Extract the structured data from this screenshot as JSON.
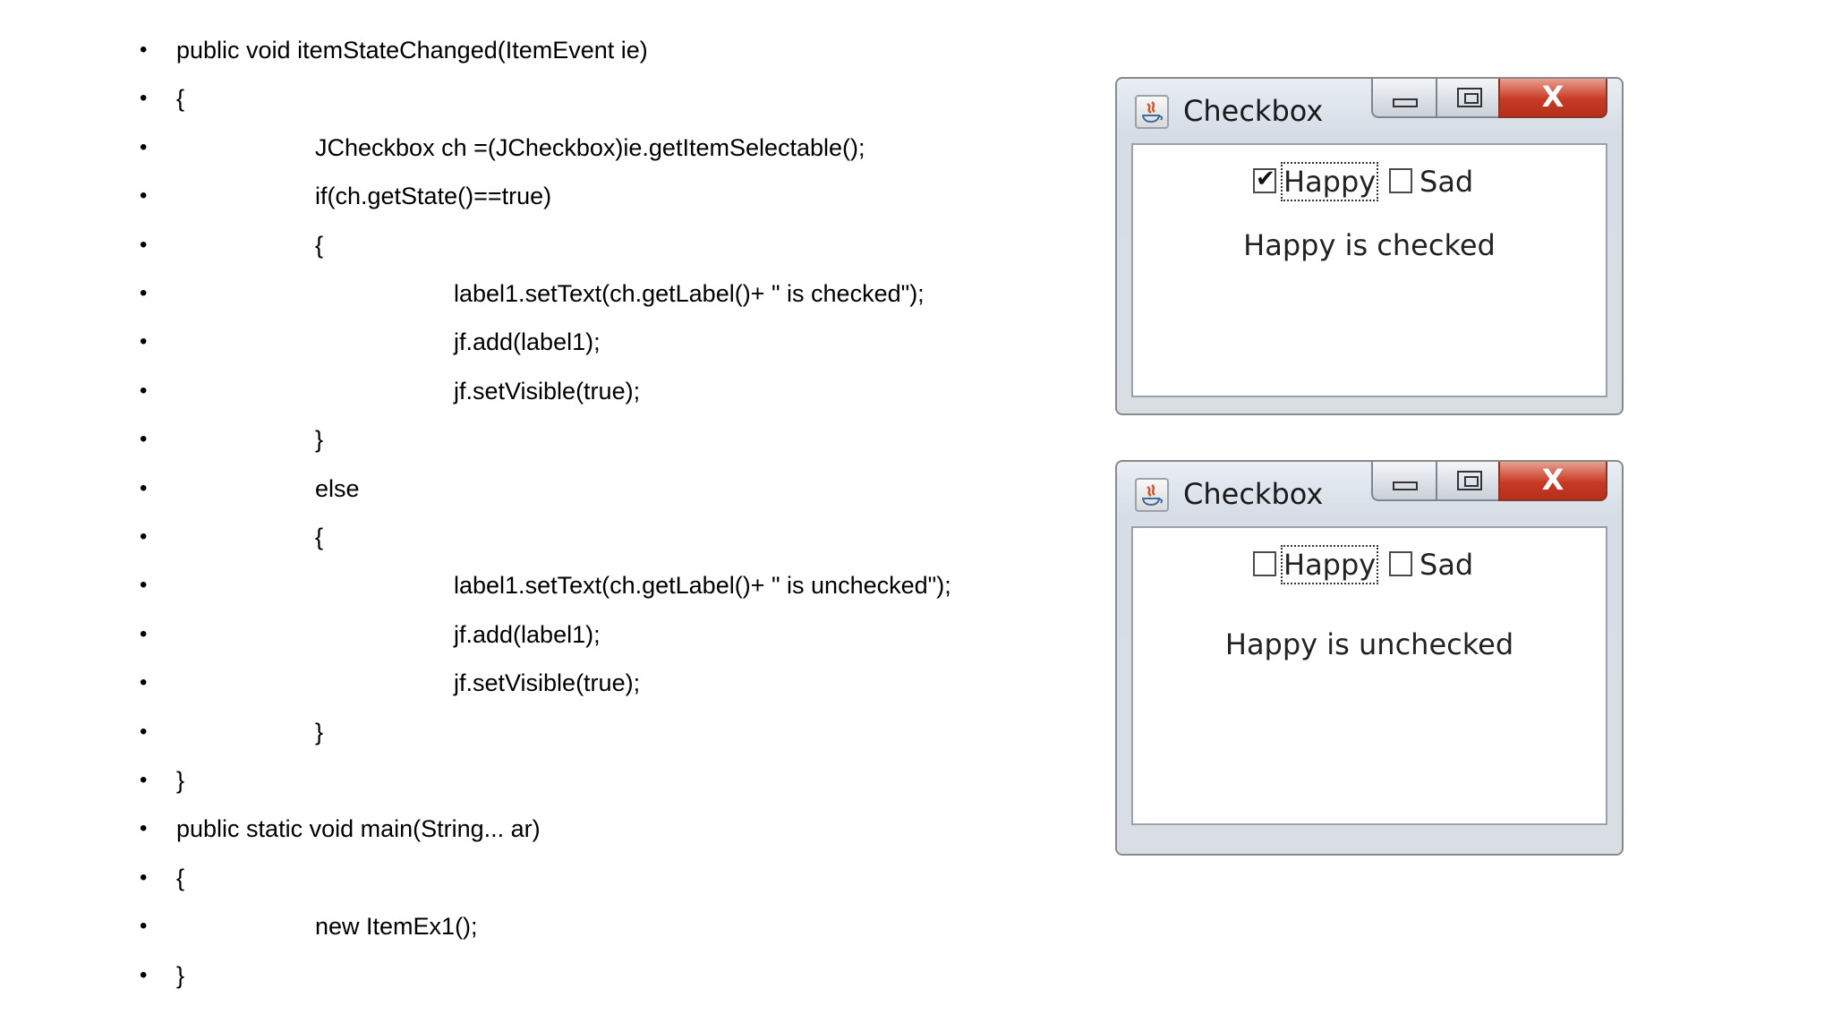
{
  "code": {
    "lines": [
      {
        "text": "public void itemStateChanged(ItemEvent ie)",
        "indent": 0
      },
      {
        "text": "{",
        "indent": 0
      },
      {
        "text": "JCheckbox ch =(JCheckbox)ie.getItemSelectable();",
        "indent": 1
      },
      {
        "text": "if(ch.getState()==true)",
        "indent": 1
      },
      {
        "text": "{",
        "indent": 1
      },
      {
        "text": "label1.setText(ch.getLabel()+ \" is checked\");",
        "indent": 2
      },
      {
        "text": "jf.add(label1);",
        "indent": 2
      },
      {
        "text": "jf.setVisible(true);",
        "indent": 2
      },
      {
        "text": "}",
        "indent": 1
      },
      {
        "text": "else",
        "indent": 1
      },
      {
        "text": "{",
        "indent": 1
      },
      {
        "text": "label1.setText(ch.getLabel()+ \" is unchecked\");",
        "indent": 2
      },
      {
        "text": "jf.add(label1);",
        "indent": 2
      },
      {
        "text": "jf.setVisible(true);",
        "indent": 2
      },
      {
        "text": "}",
        "indent": 1
      },
      {
        "text": "}",
        "indent": 0
      },
      {
        "text": "public static void main(String... ar)",
        "indent": 0
      },
      {
        "text": "{",
        "indent": 0
      },
      {
        "text": "new ItemEx1();",
        "indent": 1
      },
      {
        "text": "}",
        "indent": 0
      }
    ]
  },
  "windows": [
    {
      "title": "Checkbox",
      "icon": "java-icon",
      "checkboxes": [
        {
          "label": "Happy",
          "checked": true,
          "focused": true
        },
        {
          "label": "Sad",
          "checked": false,
          "focused": false
        }
      ],
      "status": "Happy is checked"
    },
    {
      "title": "Checkbox",
      "icon": "java-icon",
      "checkboxes": [
        {
          "label": "Happy",
          "checked": false,
          "focused": true
        },
        {
          "label": "Sad",
          "checked": false,
          "focused": false
        }
      ],
      "status": "Happy is unchecked"
    }
  ],
  "glyphs": {
    "bullet": "•",
    "check": "✔",
    "close": "X"
  }
}
